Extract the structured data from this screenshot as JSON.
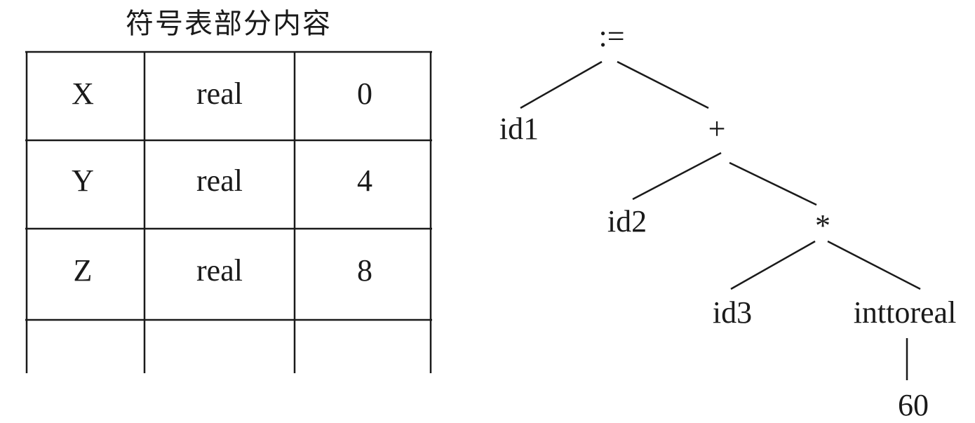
{
  "symbol_table": {
    "title": "符号表部分内容",
    "rows": [
      [
        "X",
        "real",
        "0"
      ],
      [
        "Y",
        "real",
        "4"
      ],
      [
        "Z",
        "real",
        "8"
      ],
      [
        "",
        "",
        ""
      ]
    ]
  },
  "syntax_tree": {
    "nodes": {
      "assign": ":=",
      "id1": "id1",
      "plus": "+",
      "id2": "id2",
      "mul": "*",
      "id3": "id3",
      "inttoreal": "inttoreal",
      "num": "60"
    }
  }
}
